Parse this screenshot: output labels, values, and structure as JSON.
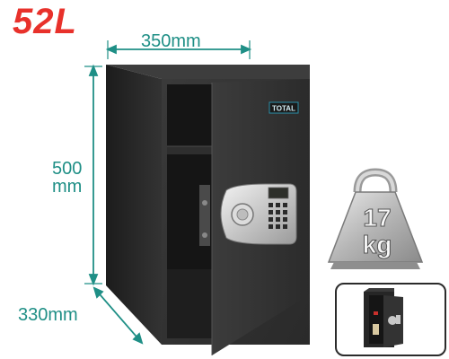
{
  "product": {
    "capacity": "52L",
    "brand": "TOTAL",
    "weight_number": "17",
    "weight_unit": "kg"
  },
  "dimensions": {
    "width": "350mm",
    "height_value": "500",
    "height_unit": "mm",
    "depth": "330mm"
  },
  "colors": {
    "accent_red": "#e8312b",
    "dimension_teal": "#1f8f86",
    "safe_body": "#2e2e2e",
    "weight_silver": "#bdbdbd"
  },
  "icons": [
    "weight-icon",
    "keypad-icon",
    "thumbnail-image"
  ]
}
